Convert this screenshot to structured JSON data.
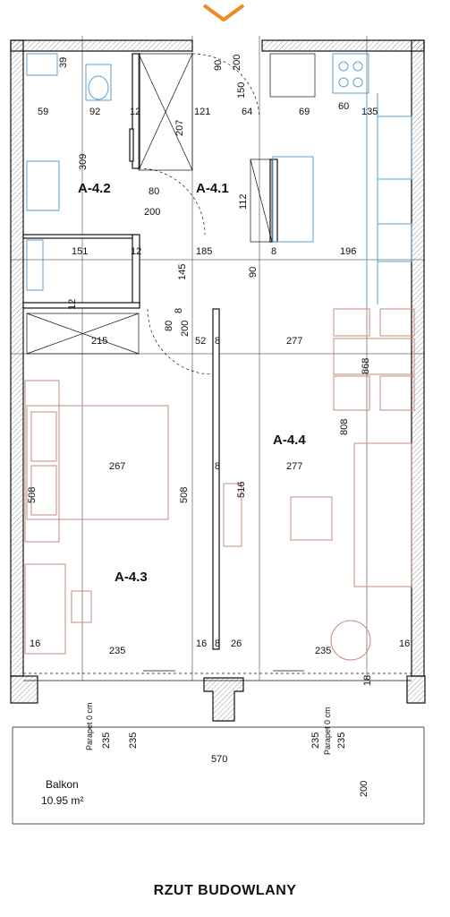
{
  "caption": "RZUT BUDOWLANY",
  "rooms": {
    "a41": "A-4.1",
    "a42": "A-4.2",
    "a43": "A-4.3",
    "a44": "A-4.4"
  },
  "balcony": {
    "name": "Balkon",
    "area": "10.95 m²",
    "parapet_left": "Parapet 0 cm",
    "parapet_right": "Parapet 0 cm"
  },
  "dims": {
    "d39": "39",
    "d59": "59",
    "d92": "92",
    "d12a": "12",
    "d207": "207",
    "d121": "121",
    "d64": "64",
    "d69": "69",
    "d60": "60",
    "d135": "135",
    "d90a": "90",
    "d200a": "200",
    "d150": "150",
    "d309": "309",
    "d80a": "80",
    "d200b": "200",
    "d112": "112",
    "d151": "151",
    "d12b": "12",
    "d185": "185",
    "d8a": "8",
    "d196": "196",
    "d145": "145",
    "d90b": "90",
    "d12c": "12",
    "d80b": "80",
    "d8b": "8",
    "d200c": "200",
    "d52": "52",
    "d8c": "8",
    "d215": "215",
    "d277a": "277",
    "d868": "868",
    "d808": "808",
    "d267": "267",
    "d8d": "8",
    "d277b": "277",
    "d508a": "508",
    "d508b": "508",
    "d516": "516",
    "d16a": "16",
    "d235a": "235",
    "d16b": "16",
    "d8e": "8",
    "d26": "26",
    "d235b": "235",
    "d16c": "16",
    "d18": "18",
    "d235c": "235",
    "d235d": "235",
    "d235e": "235",
    "d235f": "235",
    "d570": "570",
    "d200d": "200"
  }
}
